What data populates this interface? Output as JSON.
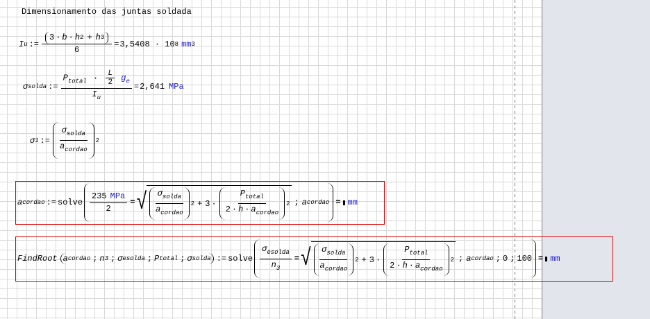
{
  "title": "Dimensionamento das juntas soldada",
  "units": {
    "mm": "mm",
    "MPa": "MPa"
  },
  "sym": {
    "I": "I",
    "u": "u",
    "b": "b",
    "h": "h",
    "n3_n": "n",
    "n3_s": "3",
    "P": "P",
    "total": "total",
    "L": "L",
    "g": "g",
    "e": "e",
    "sigma": "σ",
    "solda": "solda",
    "esolda": "esolda",
    "one": "1",
    "a": "a",
    "cordao": "cordao"
  },
  "ops": {
    "define": ":=",
    "equals": "=",
    "bool_eq": "=",
    "plus": "+",
    "dot": "·",
    "semicolon": ";",
    "two": "2",
    "three": "3",
    "six": "6",
    "sqrt": "√"
  },
  "eq1": {
    "result": "3,5408 · 10",
    "exp": "8"
  },
  "eq2": {
    "result": "2,641"
  },
  "eq4": {
    "keyword": "solve",
    "value": "235"
  },
  "eq5": {
    "func": "FindRoot",
    "keyword": "solve",
    "range_start": "0",
    "range_end": "100"
  }
}
